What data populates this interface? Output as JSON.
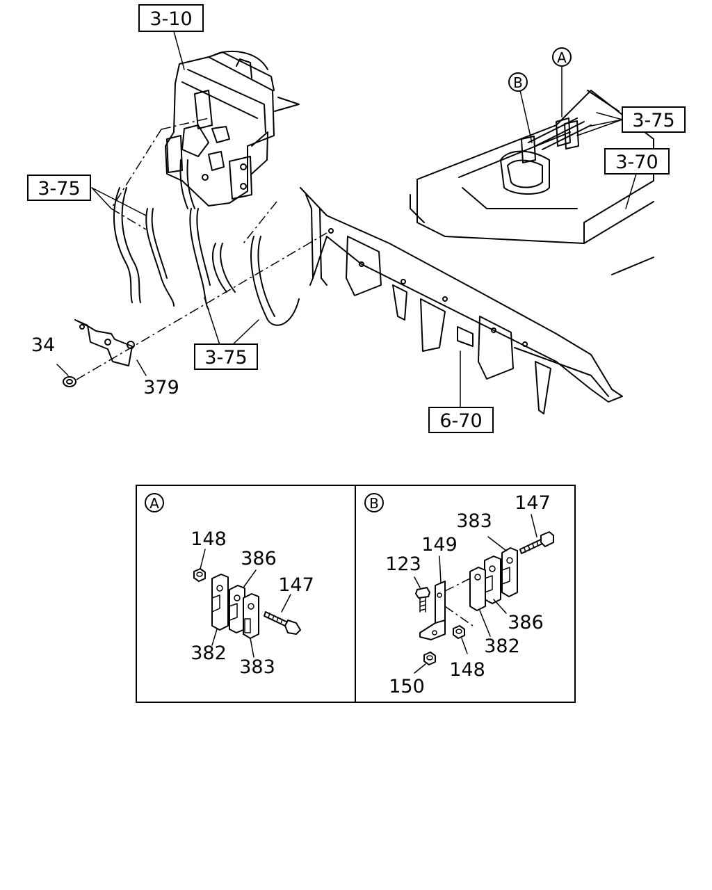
{
  "refs": {
    "r3_10": "3-10",
    "r3_75_right": "3-75",
    "r3_70": "3-70",
    "r3_75_left": "3-75",
    "r3_75_bottom": "3-75",
    "r6_70": "6-70"
  },
  "callouts": {
    "a": "A",
    "b": "B"
  },
  "main_parts": {
    "p34": "34",
    "p379": "379"
  },
  "detail_a": {
    "marker": "A",
    "p148": "148",
    "p386": "386",
    "p147": "147",
    "p382": "382",
    "p383": "383"
  },
  "detail_b": {
    "marker": "B",
    "p147": "147",
    "p383": "383",
    "p149": "149",
    "p123": "123",
    "p386": "386",
    "p382": "382",
    "p148": "148",
    "p150": "150"
  }
}
